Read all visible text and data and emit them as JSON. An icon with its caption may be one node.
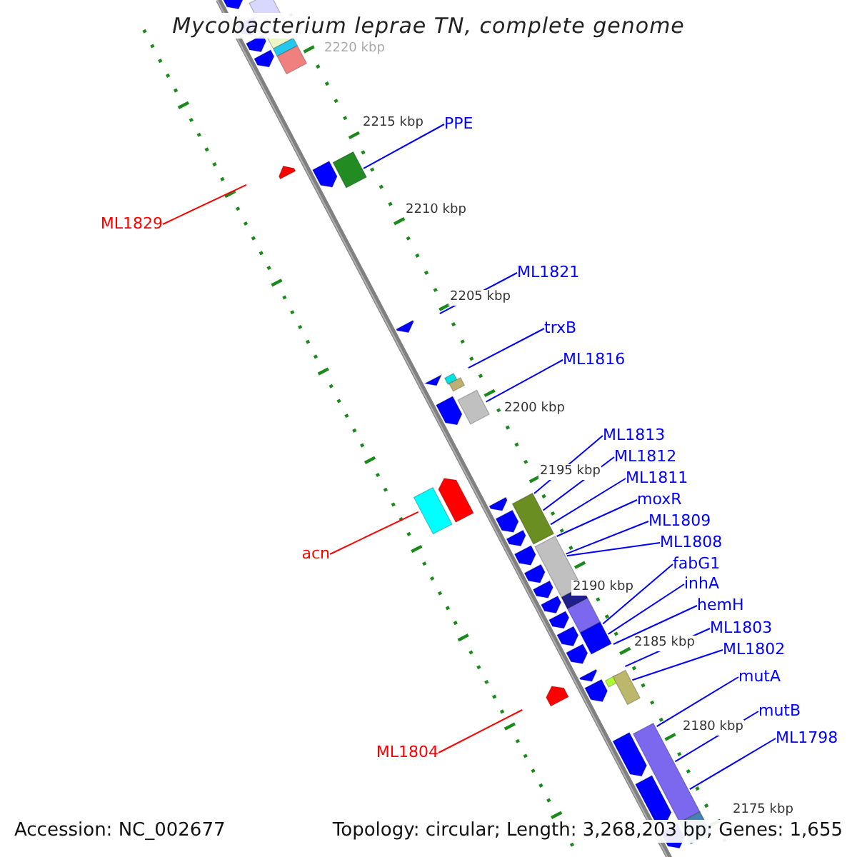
{
  "diagram": {
    "title": "Mycobacterium leprae TN, complete genome",
    "nodes": [
      {
        "text": [
          "PPE"
        ]
      },
      {
        "text": [
          "ML1829"
        ]
      },
      {
        "text": [
          "ML1821"
        ]
      },
      {
        "text": [
          "trxB"
        ]
      },
      {
        "text": [
          "ML1816"
        ]
      },
      {
        "text": [
          "ML1813"
        ]
      },
      {
        "text": [
          "ML1812"
        ]
      },
      {
        "text": [
          "ML1811"
        ]
      },
      {
        "text": [
          "moxR"
        ]
      },
      {
        "text": [
          "ML1809"
        ]
      },
      {
        "text": [
          "ML1808"
        ]
      },
      {
        "text": [
          "acn"
        ]
      },
      {
        "text": [
          "fabG1"
        ]
      },
      {
        "text": [
          "inhA"
        ]
      },
      {
        "text": [
          "hemH"
        ]
      },
      {
        "text": [
          "ML1803"
        ]
      },
      {
        "text": [
          "ML1802"
        ]
      },
      {
        "text": [
          "mutA"
        ]
      },
      {
        "text": [
          "mutB"
        ]
      },
      {
        "text": [
          "ML1798"
        ]
      },
      {
        "text": [
          "ML1804"
        ]
      }
    ],
    "edges": [
      {
        "from": 0,
        "to": null,
        "arrow": "none"
      },
      {
        "from": 1,
        "to": null,
        "arrow": "none",
        "color": "#ff0000"
      },
      {
        "from": 2,
        "to": null,
        "arrow": "none"
      },
      {
        "from": 3,
        "to": null,
        "arrow": "none"
      },
      {
        "from": 4,
        "to": null,
        "arrow": "none"
      },
      {
        "from": 5,
        "to": null,
        "arrow": "none"
      },
      {
        "from": 6,
        "to": null,
        "arrow": "none"
      },
      {
        "from": 7,
        "to": null,
        "arrow": "none"
      },
      {
        "from": 8,
        "to": null,
        "arrow": "none"
      },
      {
        "from": 9,
        "to": null,
        "arrow": "none"
      },
      {
        "from": 10,
        "to": null,
        "arrow": "none"
      },
      {
        "from": 11,
        "to": null,
        "arrow": "none",
        "color": "#ff0000"
      },
      {
        "from": 12,
        "to": null,
        "arrow": "none"
      },
      {
        "from": 13,
        "to": null,
        "arrow": "none"
      },
      {
        "from": 14,
        "to": null,
        "arrow": "none"
      },
      {
        "from": 15,
        "to": null,
        "arrow": "none"
      },
      {
        "from": 16,
        "to": null,
        "arrow": "none"
      },
      {
        "from": 17,
        "to": null,
        "arrow": "none"
      },
      {
        "from": 18,
        "to": null,
        "arrow": "none"
      },
      {
        "from": 19,
        "to": null,
        "arrow": "none"
      },
      {
        "from": 20,
        "to": null,
        "arrow": "none",
        "color": "#ff0000"
      }
    ],
    "labels": [
      "2220 kbp",
      "2215 kbp",
      "2210 kbp",
      "2205 kbp",
      "2200 kbp",
      "2195 kbp",
      "2190 kbp",
      "2185 kbp",
      "2180 kbp",
      "2175 kbp",
      "Accession: NC_002677",
      "Topology: circular; Length: 3,268,203 bp; Genes: 1,655"
    ]
  }
}
